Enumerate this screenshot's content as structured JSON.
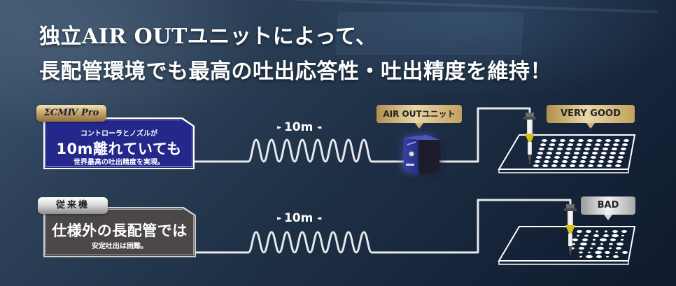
{
  "headline": {
    "line1": "独立AIR OUTユニットによって、",
    "line2": "長配管環境でも最高の吐出応答性・吐出精度を維持！"
  },
  "row_new": {
    "badge": "ΣCMⅣ Pro",
    "panel_line1": "コントローラとノズルが",
    "panel_line2": "10m離れていても",
    "panel_line3": "世界最高の吐出精度を実現。",
    "distance_label": "10m",
    "distance_arrow_left": "▸▸",
    "distance_arrow_right": "◂◂",
    "unit_label": "AIR OUTユニット",
    "result_label": "VERY GOOD",
    "colors": {
      "panel": "#24288a",
      "badge": "#c9a96a",
      "callout": "#e9d7a6"
    }
  },
  "row_old": {
    "badge": "従来機",
    "panel_line1": "仕様外の長配管では",
    "panel_line2": "安定吐出は困難。",
    "distance_label": "10m",
    "distance_arrow_left": "▸▸",
    "distance_arrow_right": "◂◂",
    "result_label": "BAD",
    "colors": {
      "panel": "#4a4746",
      "badge": "#d9d9d9",
      "callout": "#f2f2f2"
    }
  },
  "background": {
    "top_left": "#3e5670",
    "bottom_right": "#0f1a2c"
  }
}
